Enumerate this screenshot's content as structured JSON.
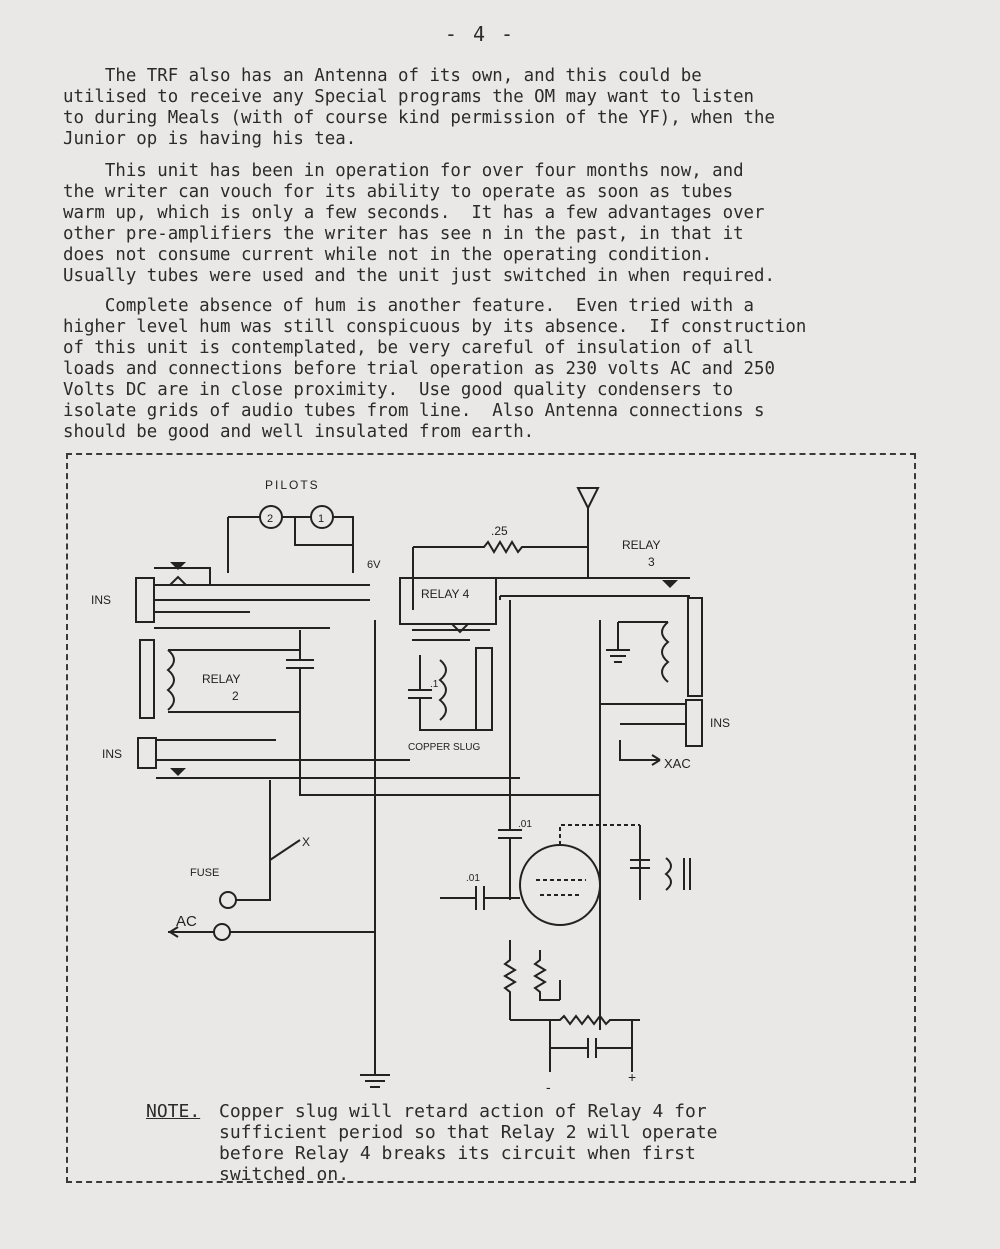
{
  "page_number": "- 4 -",
  "paragraphs": [
    "    The TRF also has an Antenna of its own, and this could be\nutilised to receive any Special programs the OM may want to listen\nto during Meals (with of course kind permission of the YF), when the\nJunior op is having his tea.",
    "    This unit has been in operation for over four months now, and\nthe writer can vouch for its ability to operate as soon as tubes\nwarm up, which is only a few seconds.  It has a few advantages over\nother pre-amplifiers the writer has see n in the past, in that it\ndoes not consume current while not in the operating condition.\nUsually tubes were used and the unit just switched in when required.",
    "    Complete absence of hum is another feature.  Even tried with a\nhigher level hum was still conspicuous by its absence.  If construction\nof this unit is contemplated, be very careful of insulation of all\nloads and connections before trial operation as 230 volts AC and 250\nVolts DC are in close proximity.  Use good quality condensers to\nisolate grids of audio tubes from line.  Also Antenna connections s\nshould be good and well insulated from earth."
  ],
  "schematic": {
    "labels": {
      "pilots": "PILOTS",
      "pilot_1": "2",
      "pilot_2": "1",
      "six_v": "6V",
      "resistor_25": ".25",
      "relay3": "RELAY",
      "relay3_num": "3",
      "relay4": "RELAY 4",
      "ins_left_top": "INS",
      "relay2": "RELAY",
      "relay2_num": "2",
      "cap_1": ".1",
      "copper_slug": "COPPER SLUG",
      "ins_right": "INS",
      "xac": "XAC",
      "ins_left_bottom": "INS",
      "cap_01_upper": ".01",
      "cap_01_left": ".01",
      "fuse": "FUSE",
      "ac": "AC",
      "sw_label": "X",
      "plus": "+",
      "minus": "-"
    }
  },
  "note": {
    "label": "NOTE.",
    "text": "Copper slug will retard action of Relay 4 for\nsufficient period so that Relay 2 will operate\nbefore Relay 4 breaks its circuit when first\nswitched on."
  }
}
